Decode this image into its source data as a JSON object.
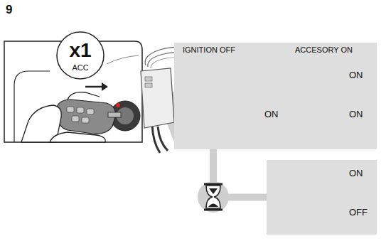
{
  "diagram": {
    "nodes": [
      {
        "text": [
          "x1",
          "ACC"
        ]
      },
      {
        "text": [
          "IGNITION OFF",
          "ACCESORY ON",
          "ON",
          "ON",
          "ON"
        ]
      },
      {
        "text": [
          "ON",
          "OFF"
        ]
      }
    ],
    "edges": [
      {
        "from": 1,
        "to": 2,
        "arrow": "none"
      }
    ],
    "labels": [
      "9"
    ]
  }
}
